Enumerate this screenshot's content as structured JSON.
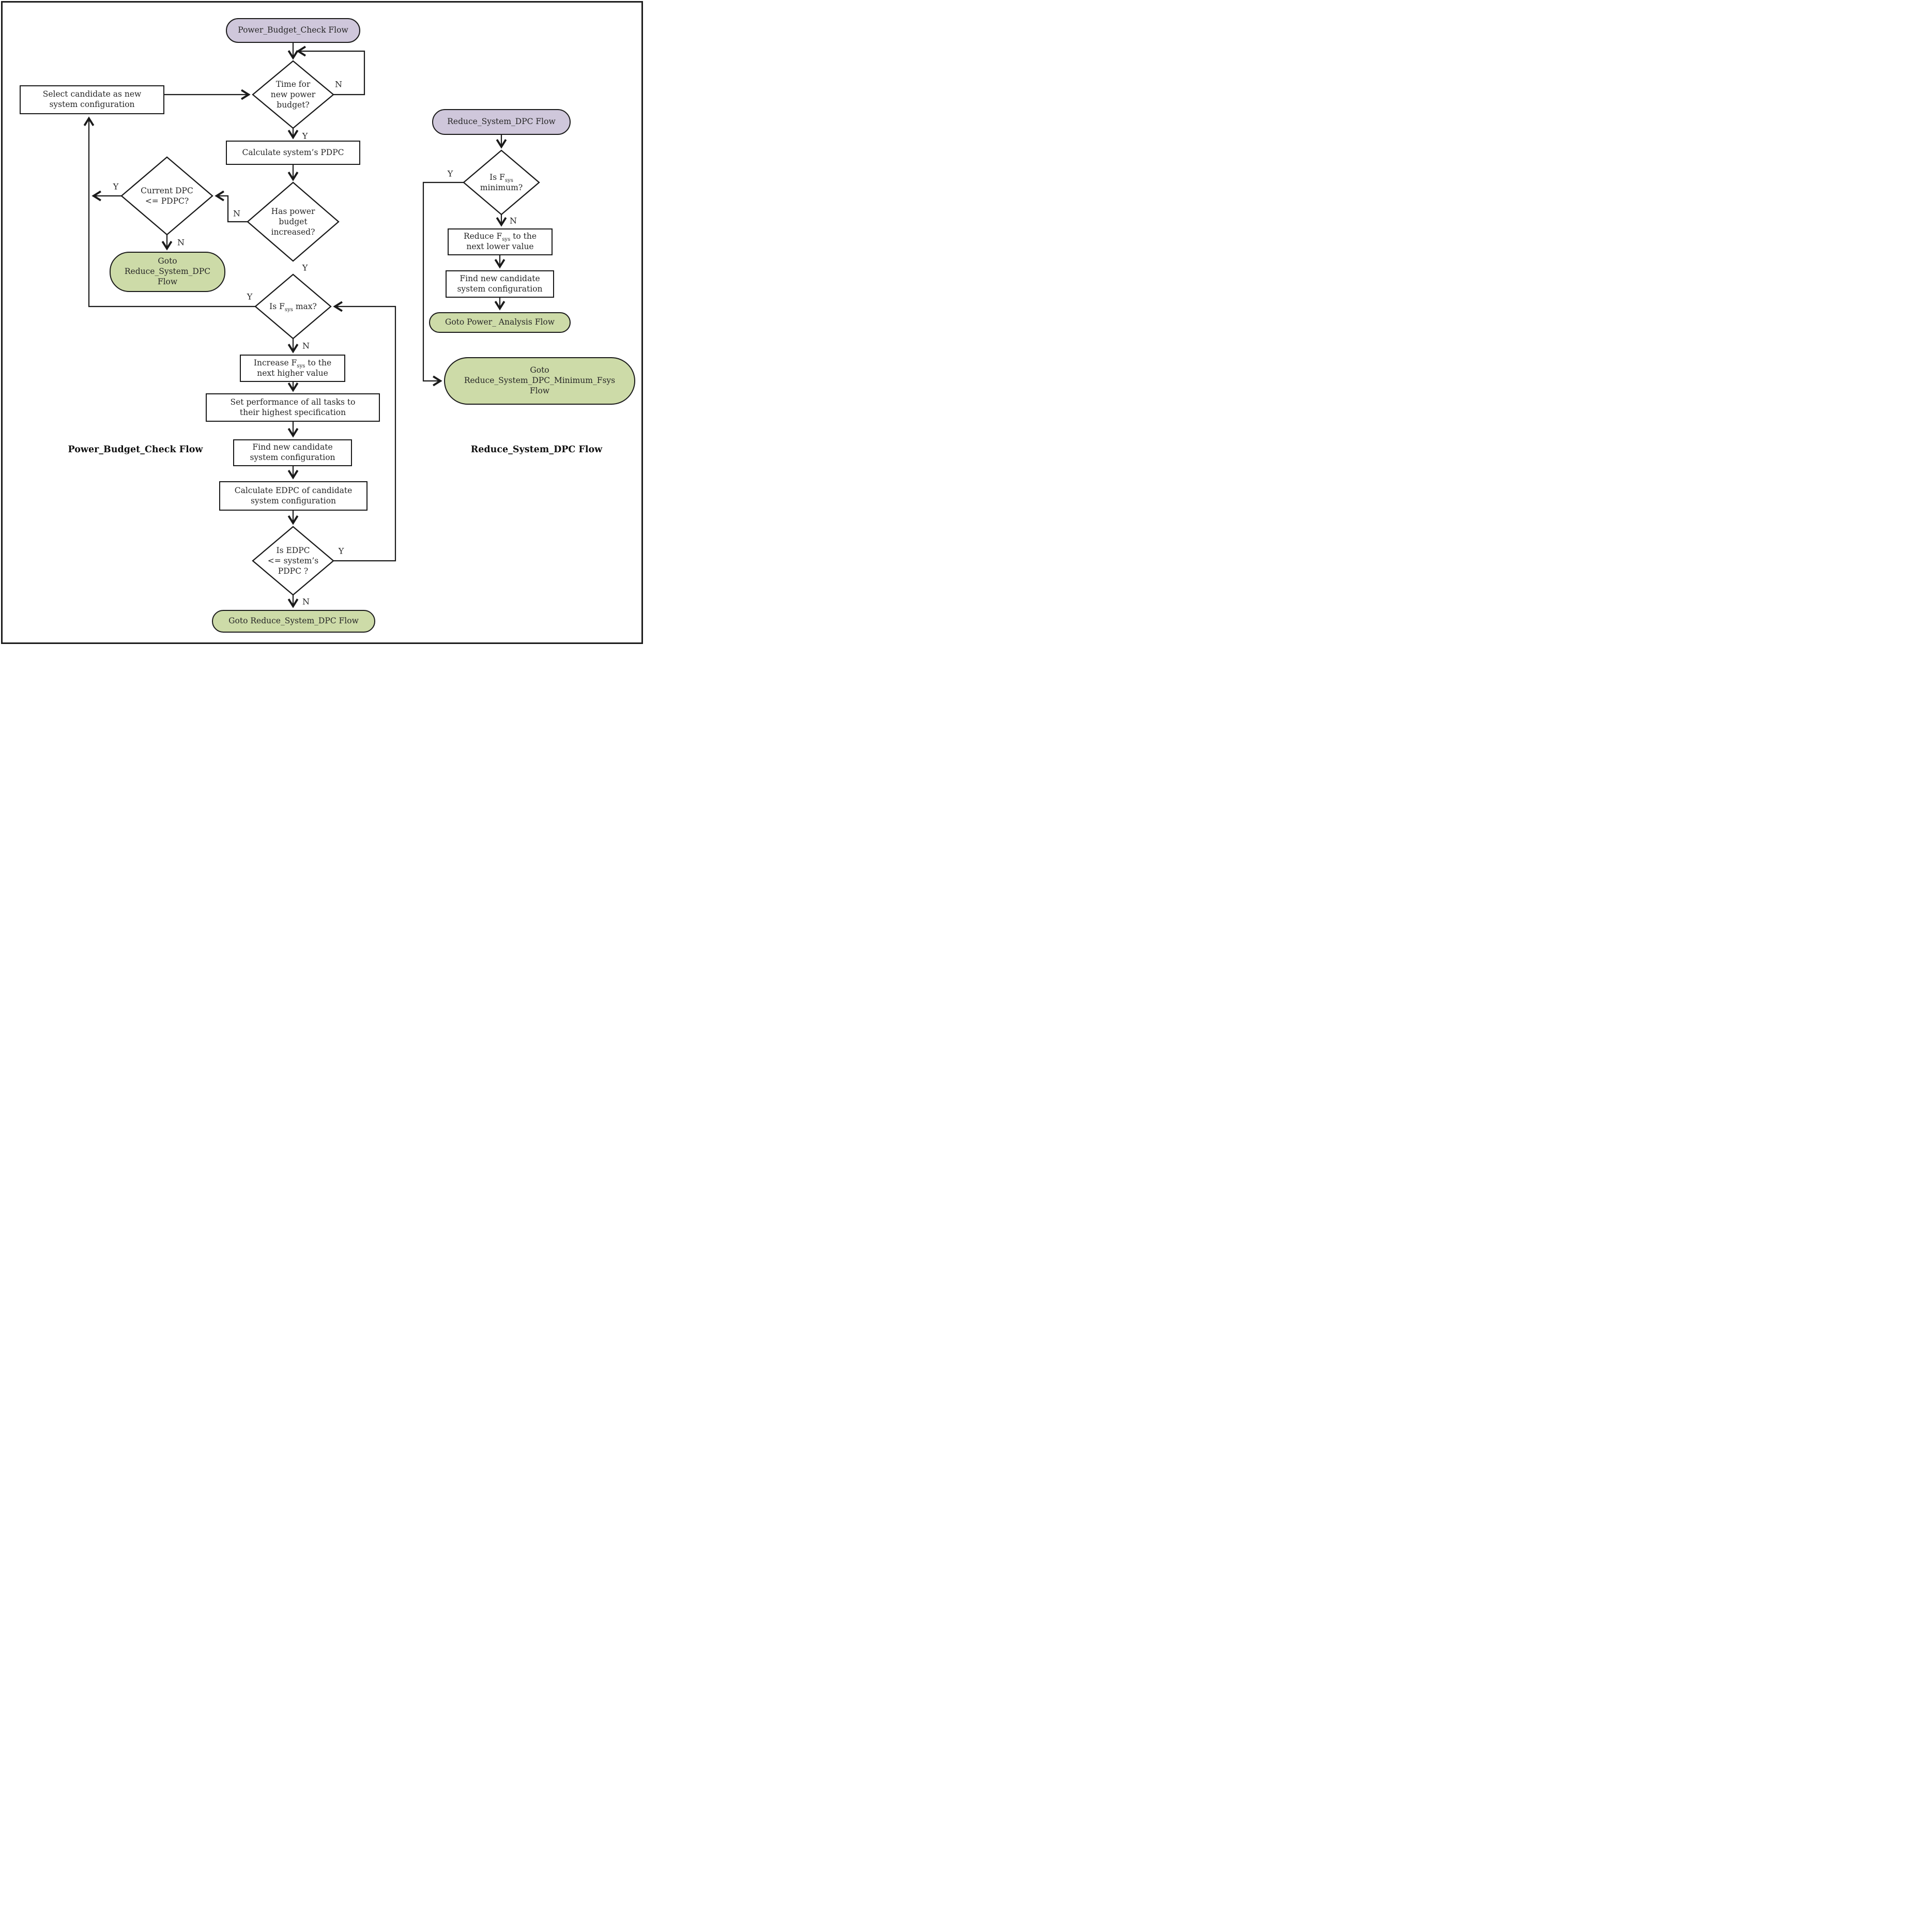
{
  "captions": {
    "left_flow": "Power_Budget_Check Flow",
    "right_flow": "Reduce_System_DPC Flow"
  },
  "colors": {
    "terminal_start_fill": "#cfc7db",
    "terminal_goto_fill": "#cddba8",
    "process_fill": "#ffffff",
    "line": "#1a1a1a"
  },
  "nodes": {
    "start_l": {
      "label": "Power_Budget_Check Flow"
    },
    "d_time": {
      "lines": [
        "Time for",
        "new power",
        "budget?"
      ]
    },
    "select_candidate": {
      "lines": [
        "Select candidate as new",
        "system configuration"
      ]
    },
    "calc_pdpc": {
      "label": "Calculate system’s PDPC"
    },
    "d_budget_increased": {
      "lines": [
        "Has power",
        "budget",
        "increased?"
      ]
    },
    "d_current_dpc": {
      "lines": [
        "Current DPC",
        "<=  PDPC?"
      ]
    },
    "goto_reduce_1": {
      "lines": [
        "Goto",
        "Reduce_System_DPC",
        "Flow"
      ]
    },
    "d_fsys_max": {
      "pre": "Is F",
      "sub": "sys",
      "post": " max?"
    },
    "increase_fsys": {
      "l1_pre": "Increase  F",
      "l1_sub": "sys",
      "l1_post": "  to the",
      "l2": "next higher value"
    },
    "set_performance": {
      "lines": [
        "Set performance of all tasks to",
        "their highest specification"
      ]
    },
    "find_candidate_l": {
      "lines": [
        "Find new candidate",
        "system configuration"
      ]
    },
    "calc_edpc": {
      "lines": [
        "Calculate EDPC of candidate",
        "system configuration"
      ]
    },
    "d_edpc": {
      "lines": [
        "Is EDPC",
        "<= system’s",
        "PDPC ?"
      ]
    },
    "goto_reduce_2": {
      "label": "Goto Reduce_System_DPC Flow"
    },
    "start_r": {
      "label": "Reduce_System_DPC Flow"
    },
    "d_fsys_min": {
      "l1_pre": "Is F",
      "l1_sub": "sys",
      "l2": "minimum?"
    },
    "reduce_fsys": {
      "l1_pre": "Reduce  F",
      "l1_sub": "sys",
      "l1_post": "  to the",
      "l2": "next lower value"
    },
    "find_candidate_r": {
      "lines": [
        "Find new candidate",
        "system configuration"
      ]
    },
    "goto_power_analysis": {
      "label": "Goto Power_ Analysis Flow"
    },
    "goto_reduce_min": {
      "lines": [
        "Goto",
        "Reduce_System_DPC_Minimum_Fsys",
        "Flow"
      ]
    }
  },
  "edge_labels": {
    "d_time_n": "N",
    "d_time_y": "Y",
    "d_budget_n": "N",
    "d_budget_y": "Y",
    "d_current_y": "Y",
    "d_current_n": "N",
    "d_fsys_max_y": "Y",
    "d_fsys_max_n": "N",
    "d_edpc_y": "Y",
    "d_edpc_n": "N",
    "d_fsys_min_y": "Y",
    "d_fsys_min_n": "N"
  }
}
